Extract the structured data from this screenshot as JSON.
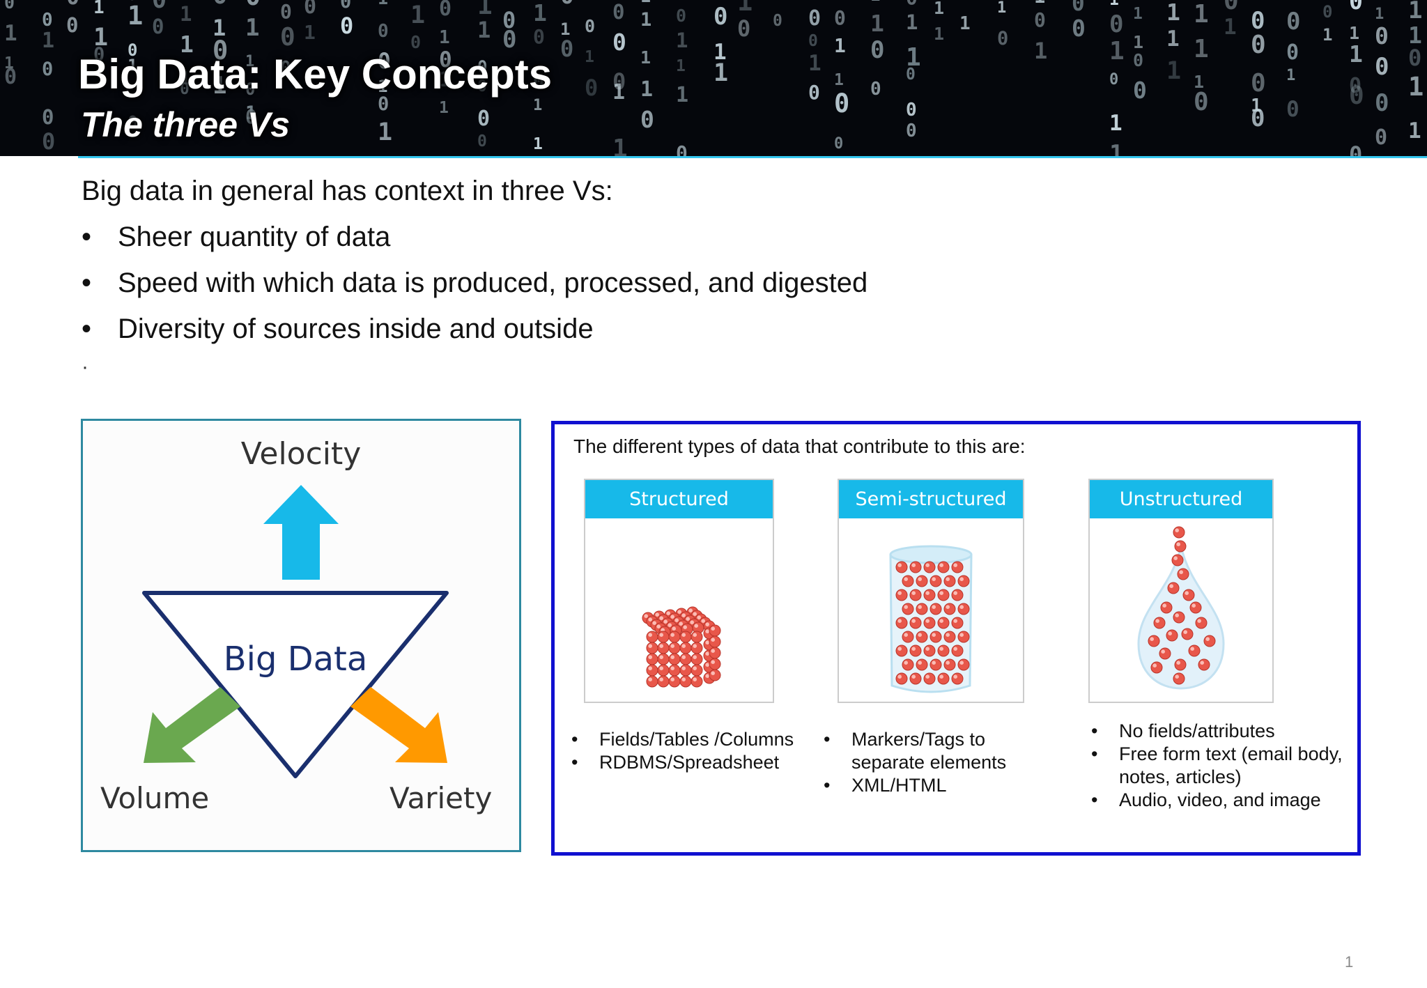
{
  "slide": {
    "title": "Big Data: Key Concepts",
    "subtitle": "The three Vs",
    "intro": "Big data in general has context in three Vs:",
    "bullets": [
      "Sheer quantity of data",
      "Speed with which data is produced, processed, and digested",
      "Diversity of sources inside and outside"
    ],
    "bullet_symbol": "•",
    "stray_mark": "·",
    "page_number": "1"
  },
  "diagram": {
    "center_label": "Big Data",
    "velocity_label": "Velocity",
    "volume_label": "Volume",
    "variety_label": "Variety",
    "colors": {
      "velocity": "#17b9e9",
      "volume": "#6aa84f",
      "variety": "#ff9900",
      "triangle": "#1a2f6e"
    }
  },
  "data_types": {
    "intro": "The different types of data that contribute to this are:",
    "cards": [
      {
        "title": "Structured",
        "items": [
          "Fields/Tables /Columns",
          "RDBMS/Spreadsheet"
        ]
      },
      {
        "title": "Semi-structured",
        "items": [
          "Markers/Tags to separate elements",
          "XML/HTML"
        ]
      },
      {
        "title": "Unstructured",
        "items": [
          "No fields/attributes",
          "Free form text (email body, notes, articles)",
          "Audio, video, and image"
        ]
      }
    ],
    "colors": {
      "header": "#17b9e9",
      "ball": "#e8574a",
      "border": "#1010d0"
    }
  }
}
